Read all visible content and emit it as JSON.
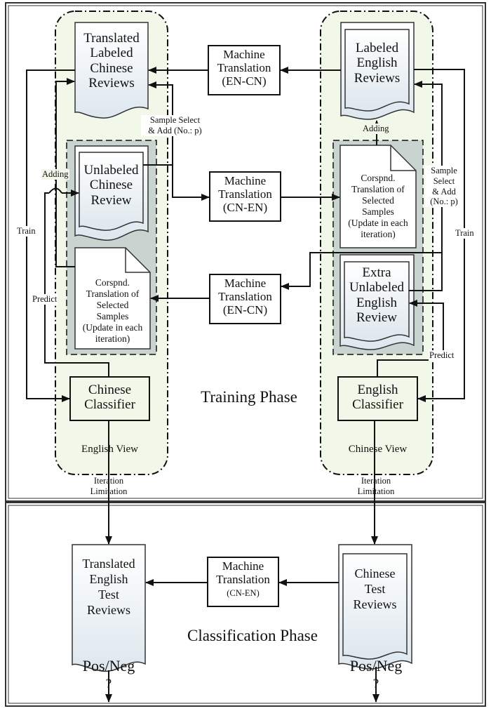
{
  "phases": {
    "training": "Training Phase",
    "classification": "Classification Phase"
  },
  "views": {
    "english_view": "English View",
    "chinese_view": "Chinese View"
  },
  "left_column": {
    "translated_labeled": [
      "Translated",
      "Labeled",
      "Chinese",
      "Reviews"
    ],
    "unlabeled": [
      "Unlabeled",
      "Chinese",
      "Review"
    ],
    "corspnd": [
      "Corspnd.",
      "Translation of",
      "Selected",
      "Samples",
      "(Update in each",
      "iteration)"
    ],
    "classifier": [
      "Chinese",
      "Classifier"
    ]
  },
  "right_column": {
    "labeled": [
      "Labeled",
      "English",
      "Reviews"
    ],
    "corspnd": [
      "Corspnd.",
      "Translation of",
      "Selected",
      "Samples",
      "(Update in each",
      "iteration)"
    ],
    "extra_unlabeled": [
      "Extra",
      "Unlabeled",
      "English",
      "Review"
    ],
    "classifier": [
      "English",
      "Classifier"
    ]
  },
  "machine_translation": [
    {
      "title": [
        "Machine",
        "Translation"
      ],
      "direction": "(EN-CN)"
    },
    {
      "title": [
        "Machine",
        "Translation"
      ],
      "direction": "(CN-EN)"
    },
    {
      "title": [
        "Machine",
        "Translation"
      ],
      "direction": "(EN-CN)"
    },
    {
      "title": [
        "Machine",
        "Translation"
      ],
      "direction": "(CN-EN)"
    }
  ],
  "edge_labels": {
    "sample_select_left": [
      "Sample Select",
      "& Add (No.: p)"
    ],
    "sample_select_right": [
      "Sample",
      "Select",
      "& Add",
      "(No.: p)"
    ],
    "adding_left": "Adding",
    "adding_right": "Adding",
    "train_left": "Train",
    "train_right": "Train",
    "predict_left": "Predict",
    "predict_right": "Predict",
    "iteration_left": [
      "Iteration",
      "Limitation"
    ],
    "iteration_right": [
      "Iteration",
      "Limitation"
    ]
  },
  "classification": {
    "translated_test": [
      "Translated",
      "English",
      "Test",
      "Reviews"
    ],
    "chinese_test": [
      "Chinese",
      "Test",
      "Reviews"
    ],
    "output_left": [
      "Pos/Neg",
      "?"
    ],
    "output_right": [
      "Pos/Neg",
      "?"
    ]
  },
  "colors": {
    "view_fill": "#f1f8e9",
    "group_fill": "#c9d3cf",
    "doc_fill_top": "#ffffff",
    "doc_fill_bottom": "#dde7ee",
    "stroke": "#111111"
  }
}
